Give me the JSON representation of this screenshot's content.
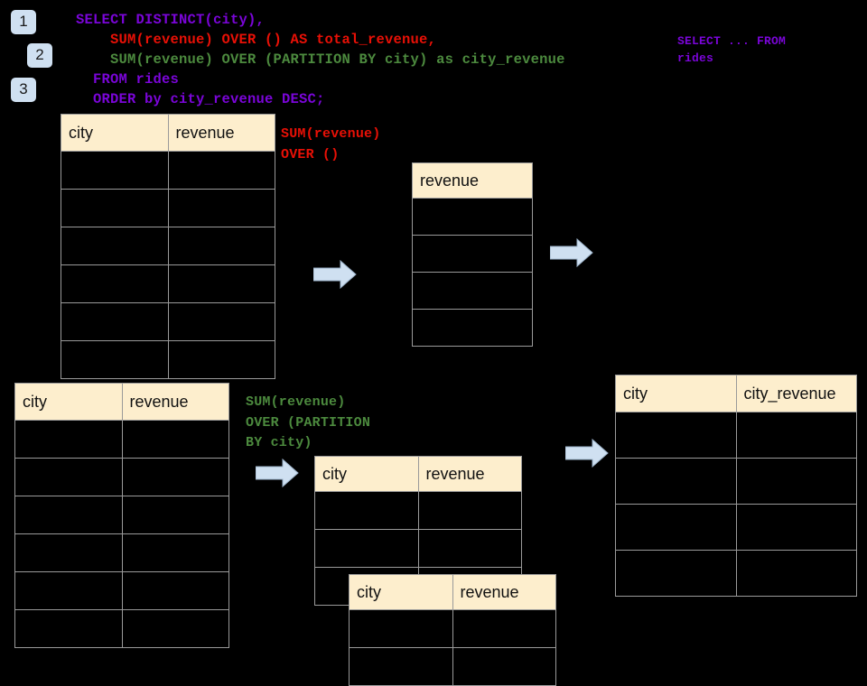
{
  "colors": {
    "background": "#000000",
    "badge_fill": "#cfe0f1",
    "header_fill": "#fdeecd",
    "grid_line": "#9a9a9a",
    "arrow_fill": "#cfe0f1",
    "arrow_outline": "#8fa9c4",
    "sql_keyword": "#7a05d8",
    "sql_total_revenue": "#e81006",
    "sql_city_revenue": "#4c8a3e"
  },
  "badges": [
    {
      "label": "1"
    },
    {
      "label": "2"
    },
    {
      "label": "3"
    }
  ],
  "sql": {
    "line1": "SELECT DISTINCT(city),",
    "line2": "    SUM(revenue) OVER () AS total_revenue,",
    "line3": "    SUM(revenue) OVER (PARTITION BY city) as city_revenue",
    "line4": "  FROM rides",
    "line5": "  ORDER by city_revenue DESC;"
  },
  "side_note": {
    "line1": "SELECT ... FROM",
    "line2": "rides"
  },
  "annotations": {
    "total_revenue": "SUM(revenue)\nOVER ()",
    "city_revenue": "SUM(revenue)\nOVER (PARTITION\nBY city)"
  },
  "icons": {
    "arrow": "right-block-arrow"
  },
  "tables": {
    "source_top": {
      "name": "rides-source-top",
      "headers": [
        "city",
        "revenue"
      ],
      "rows": [
        [
          "",
          ""
        ],
        [
          "",
          ""
        ],
        [
          "",
          ""
        ],
        [
          "",
          ""
        ],
        [
          "",
          ""
        ],
        [
          "",
          ""
        ]
      ]
    },
    "total_revenue": {
      "name": "total-revenue-result",
      "headers": [
        "revenue"
      ],
      "rows": [
        [
          ""
        ],
        [
          ""
        ],
        [
          ""
        ],
        [
          ""
        ]
      ]
    },
    "source_bottom": {
      "name": "rides-source-bottom",
      "headers": [
        "city",
        "revenue"
      ],
      "rows": [
        [
          "",
          ""
        ],
        [
          "",
          ""
        ],
        [
          "",
          ""
        ],
        [
          "",
          ""
        ],
        [
          "",
          ""
        ],
        [
          "",
          ""
        ]
      ]
    },
    "partition_back": {
      "name": "partition-group-back",
      "headers": [
        "city",
        "revenue"
      ],
      "rows": [
        [
          "",
          ""
        ],
        [
          "",
          ""
        ],
        [
          "",
          ""
        ]
      ]
    },
    "partition_front": {
      "name": "partition-group-front",
      "headers": [
        "city",
        "revenue"
      ],
      "rows": [
        [
          "",
          ""
        ],
        [
          "",
          ""
        ]
      ]
    },
    "final": {
      "name": "final-result",
      "headers": [
        "city",
        "city_revenue"
      ],
      "rows": [
        [
          "",
          ""
        ],
        [
          "",
          ""
        ],
        [
          "",
          ""
        ],
        [
          "",
          ""
        ]
      ]
    }
  }
}
